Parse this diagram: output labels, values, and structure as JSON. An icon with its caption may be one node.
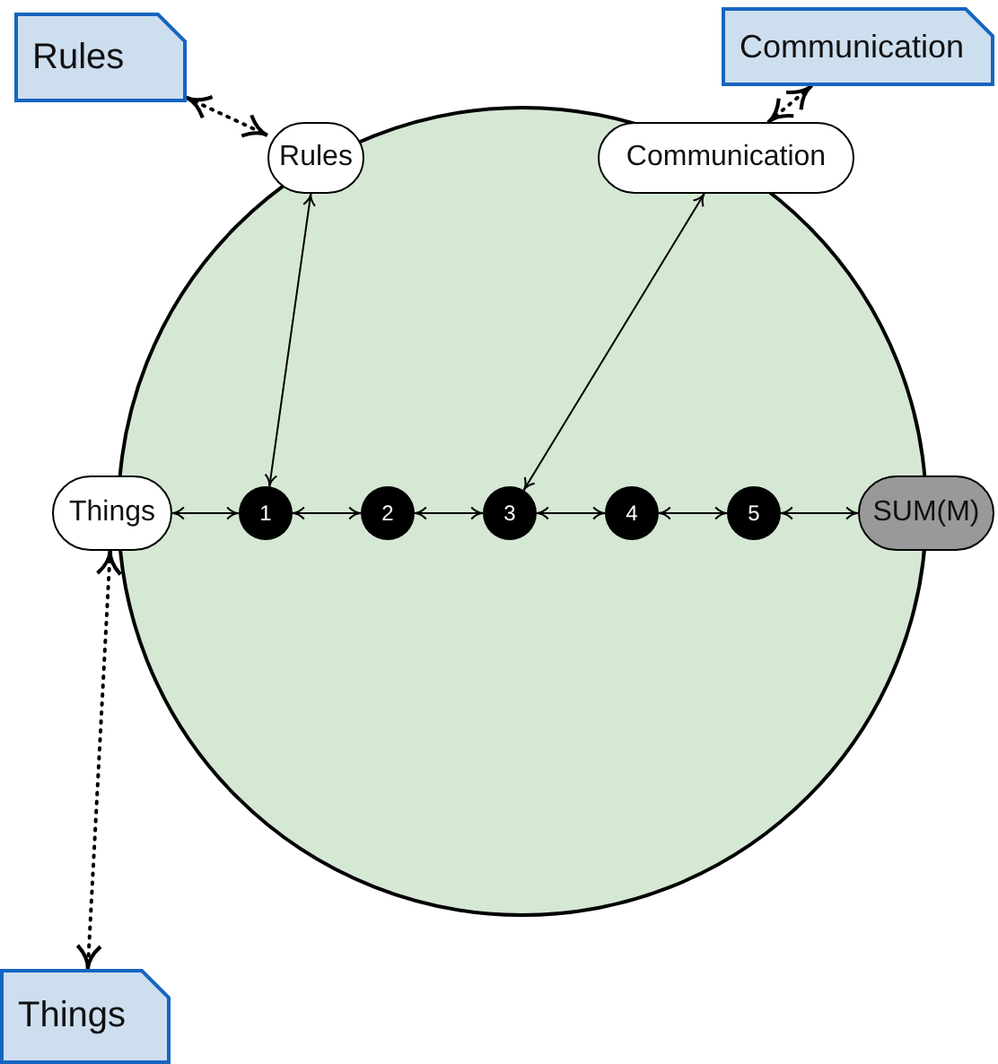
{
  "diagram": {
    "nodes": [
      {
        "text": [
          "Rules"
        ]
      },
      {
        "text": [
          "Communication"
        ]
      },
      {
        "text": [
          "Rules"
        ]
      },
      {
        "text": [
          "Communication"
        ]
      },
      {
        "text": [],
        "shape": "circle"
      },
      {
        "text": [
          "Things"
        ]
      },
      {
        "text": [
          "1"
        ],
        "in": 4
      },
      {
        "text": [
          "2"
        ],
        "in": 4
      },
      {
        "text": [
          "3"
        ],
        "in": 4
      },
      {
        "text": [
          "4"
        ],
        "in": 4
      },
      {
        "text": [
          "5"
        ],
        "in": 4
      },
      {
        "text": [
          "SUM(M)"
        ]
      },
      {
        "text": [
          "Things"
        ]
      }
    ],
    "edges": [
      {
        "from": 0,
        "to": 2,
        "arrow": "both",
        "style": "dashed"
      },
      {
        "from": 1,
        "to": 3,
        "arrow": "both",
        "style": "dashed"
      },
      {
        "from": 2,
        "to": 6,
        "arrow": "both"
      },
      {
        "from": 3,
        "to": 8,
        "arrow": "both"
      },
      {
        "from": 5,
        "to": 6,
        "arrow": "both"
      },
      {
        "from": 6,
        "to": 7,
        "arrow": "both"
      },
      {
        "from": 7,
        "to": 8,
        "arrow": "both"
      },
      {
        "from": 8,
        "to": 9,
        "arrow": "both"
      },
      {
        "from": 9,
        "to": 10,
        "arrow": "both"
      },
      {
        "from": 10,
        "to": 11,
        "arrow": "both"
      },
      {
        "from": 5,
        "to": 12,
        "arrow": "both",
        "style": "dashed"
      }
    ]
  }
}
